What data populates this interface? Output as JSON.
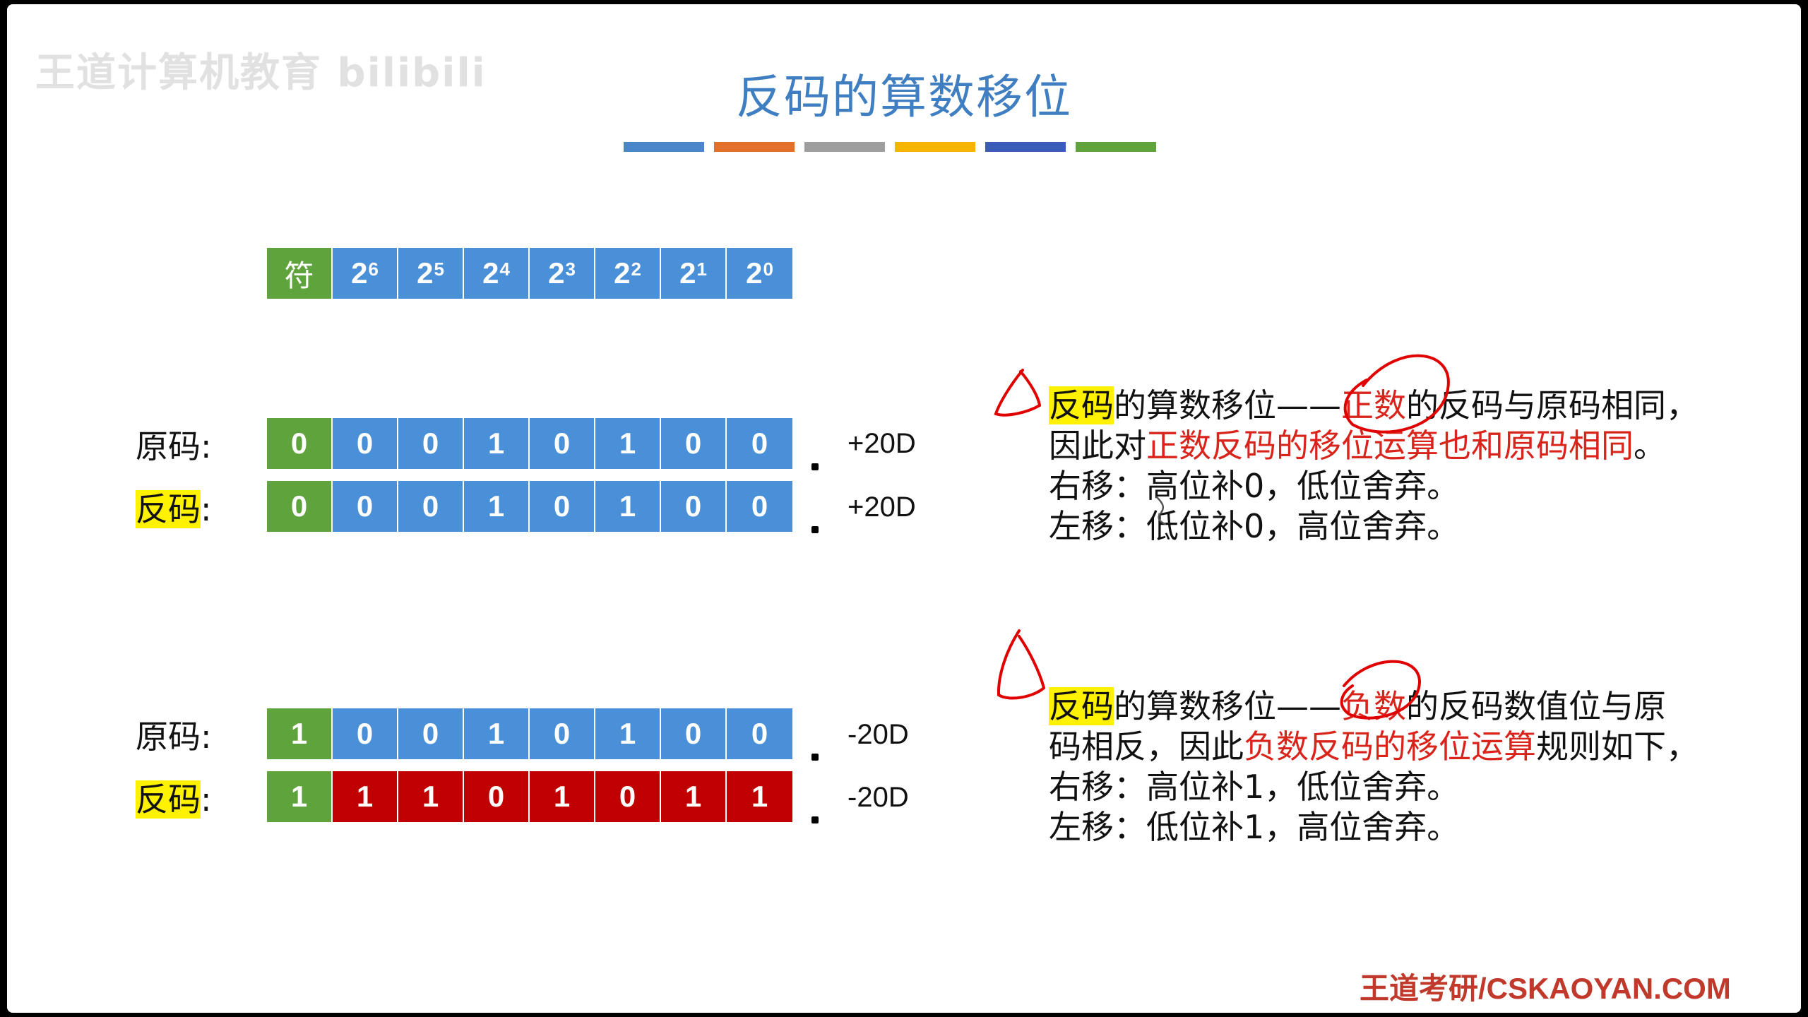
{
  "watermark": "王道计算机教育 bilibili",
  "title": "反码的算数移位",
  "color_bar": [
    "#4a86c8",
    "#e2702a",
    "#9e9e9e",
    "#f4b400",
    "#3b5cb8",
    "#5fa33d"
  ],
  "header_bits": {
    "sign": "符",
    "powers": [
      {
        "base": "2",
        "exp": "6"
      },
      {
        "base": "2",
        "exp": "5"
      },
      {
        "base": "2",
        "exp": "4"
      },
      {
        "base": "2",
        "exp": "3"
      },
      {
        "base": "2",
        "exp": "2"
      },
      {
        "base": "2",
        "exp": "1"
      },
      {
        "base": "2",
        "exp": "0"
      }
    ]
  },
  "colors": {
    "sign_green": "#5fa33d",
    "bit_blue": "#4a90d9",
    "bit_red": "#c00000",
    "highlight": "#fff200",
    "red_text": "#d9241c"
  },
  "rows": [
    {
      "label": "原码",
      "colon": ":",
      "highlight": false,
      "bits": [
        "0",
        "0",
        "0",
        "1",
        "0",
        "1",
        "0",
        "0"
      ],
      "color": "blue",
      "value": "+20D"
    },
    {
      "label": "反码",
      "colon": ":",
      "highlight": true,
      "bits": [
        "0",
        "0",
        "0",
        "1",
        "0",
        "1",
        "0",
        "0"
      ],
      "color": "blue",
      "value": "+20D"
    },
    {
      "label": "原码",
      "colon": ":",
      "highlight": false,
      "bits": [
        "1",
        "0",
        "0",
        "1",
        "0",
        "1",
        "0",
        "0"
      ],
      "color": "blue",
      "value": "-20D"
    },
    {
      "label": "反码",
      "colon": ":",
      "highlight": true,
      "bits": [
        "1",
        "1",
        "1",
        "0",
        "1",
        "0",
        "1",
        "1"
      ],
      "color": "red",
      "value": "-20D"
    }
  ],
  "positive_text": {
    "l1_hl": "反码",
    "l1_a": "的算数移位——",
    "l1_red": "正数",
    "l1_b": "的反码与原码相同，",
    "l2_a": "因此对",
    "l2_red": "正数反码的移位运算也和原码相同",
    "l2_b": "。",
    "l3": "右移：高位补0，低位舍弃。",
    "l4": "左移：低位补0，高位舍弃。"
  },
  "negative_text": {
    "l1_hl": "反码",
    "l1_a": "的算数移位——",
    "l1_red": "负数",
    "l1_b": "的反码数值位与原",
    "l2_a": "码相反，因此",
    "l2_red": "负数反码的移位运算",
    "l2_b": "规则如下，",
    "l3": "右移：高位补1，低位舍弃。",
    "l4": "左移：低位补1，高位舍弃。"
  },
  "footer": "王道考研/CSKAOYAN.COM"
}
